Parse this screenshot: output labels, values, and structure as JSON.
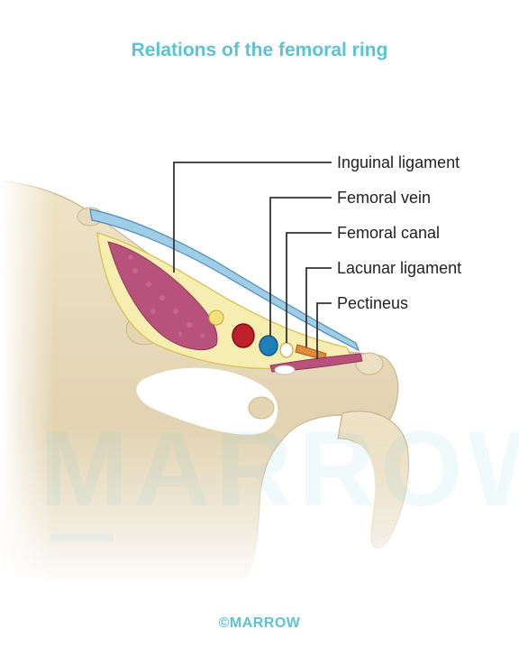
{
  "title": "Relations of the femoral ring",
  "labels": {
    "inguinal_ligament": "Inguinal ligament",
    "femoral_vein": "Femoral vein",
    "femoral_canal": "Femoral canal",
    "lacunar_ligament": "Lacunar ligament",
    "pectineus": "Pectineus"
  },
  "watermark": "MARROW",
  "copyright": "©MARROW",
  "colors": {
    "accent": "#5cc3d4",
    "bone": "#e8dcc0",
    "muscle": "#b8527a",
    "artery": "#c0202a",
    "vein": "#1f7fb8",
    "ligament": "#8fc4e0",
    "fat": "#f2e27a"
  }
}
